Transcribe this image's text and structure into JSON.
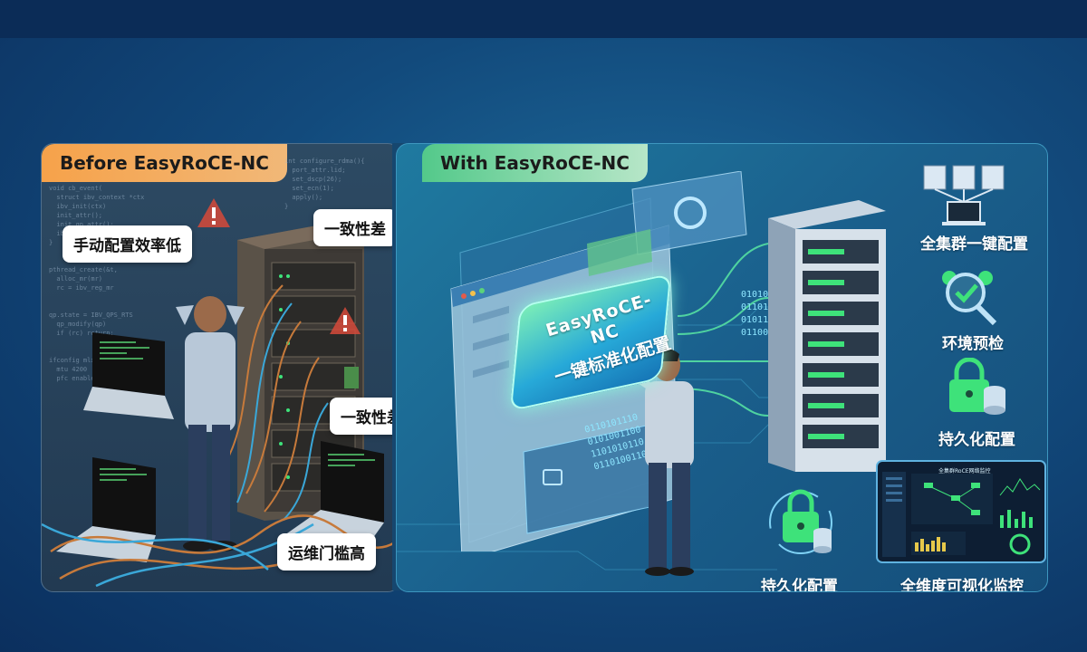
{
  "before": {
    "tag": "Before EasyRoCE-NC",
    "callouts": {
      "manual": "手动配置效率低",
      "consistency_top": "一致性差",
      "consistency_mid": "一致性差",
      "ops": "运维门槛高"
    }
  },
  "with": {
    "tag": "With EasyRoCE-NC",
    "button": {
      "line1": "EasyRoCE-NC",
      "line2": "一键标准化配置"
    },
    "features": {
      "cluster": "全集群一键配置",
      "precheck": "环境预检",
      "persist_right": "持久化配置",
      "persist_bottom": "持久化配置",
      "monitor": "全维度可视化监控"
    },
    "monitor_title": "全集群RoCE网络监控"
  },
  "colors": {
    "before_tag": "#f6a24a",
    "with_tag": "#53c98a",
    "accent": "#3ee27a"
  }
}
